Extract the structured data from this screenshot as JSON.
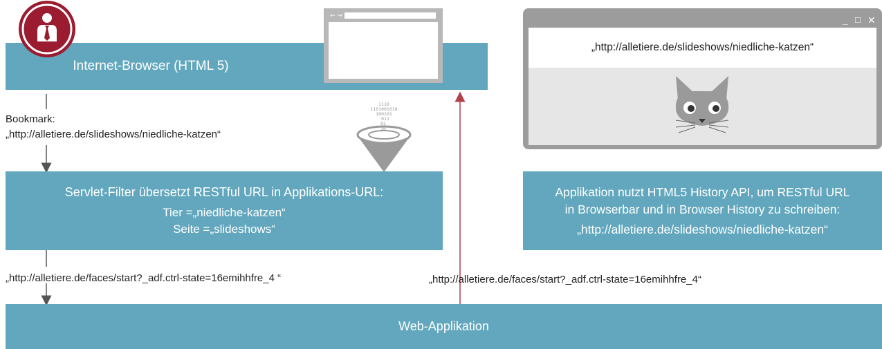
{
  "browser_bar": {
    "label": "Internet-Browser (HTML 5)"
  },
  "bookmark": {
    "label": "Bookmark:",
    "url": "„http://alletiere.de/slideshows/niedliche-katzen“"
  },
  "servlet_filter": {
    "line1": "Servlet-Filter übersetzt RESTful URL in Applikations-URL:",
    "line2": "Tier =„niedliche-katzen“",
    "line3": "Seite =„slideshows“"
  },
  "history_api": {
    "line1": "Applikation nutzt HTML5 History API, um RESTful URL",
    "line2": "in Browserbar und in Browser History zu schreiben:",
    "line3": "„http://alletiere.de/slideshows/niedliche-katzen“"
  },
  "request_url_left": "„http://alletiere.de/faces/start?_adf.ctrl-state=16emihhfre_4 “",
  "request_url_right": "„http://alletiere.de/faces/start?_adf.ctrl-state=16emihhfre_4“",
  "web_app": {
    "label": "Web-Applikation"
  },
  "mock_window": {
    "url": "„http://alletiere.de/slideshows/niedliche-katzen“",
    "controls": {
      "minimize": "_",
      "maximize": "□",
      "close": "✕"
    }
  },
  "binary_lines": [
    "1110",
    "1101001010",
    "100101",
    "011",
    "01",
    "10"
  ],
  "colors": {
    "box_teal": "#62a7bd",
    "person_red": "#9b1b30",
    "return_arrow": "#b0414b",
    "arrow_gray": "#555555",
    "window_gray": "#9c9c9c"
  },
  "icons": [
    "user-business-icon",
    "browser-window-icon",
    "binary-funnel-icon",
    "cat-face-icon"
  ]
}
